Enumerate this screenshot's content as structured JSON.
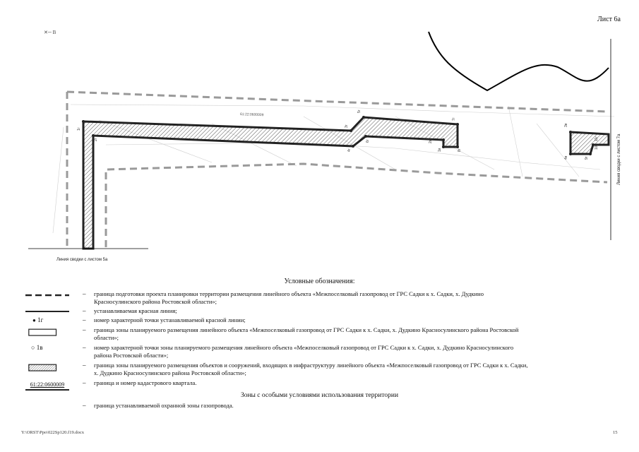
{
  "sheet_label": "Лист 6а",
  "north_label": "В",
  "cadastral_map_label": "61:22:0600009",
  "link_left": "Линия сводки с листом 5а",
  "link_right": "Линия сводки с листом 7а",
  "point_labels": [
    "1г",
    "2г",
    "3г",
    "4г",
    "5г",
    "6г",
    "7г",
    "8г",
    "1в",
    "2в",
    "3в",
    "4в",
    "9г",
    "10г",
    "11г"
  ],
  "legend": {
    "title": "Условные обозначения:",
    "items": [
      {
        "symbol": "dashed-line",
        "text": "граница подготовки проекта планировки территории  размещения линейного объекта «Межпоселковый газопровод от ГРС Садки к х. Садки, х. Дудкино Красносулинского района Ростовской области»;"
      },
      {
        "symbol": "solid-line",
        "text": "устанавливаемая красная линия;"
      },
      {
        "symbol": "point-dot",
        "label": "1г",
        "text": "номер характерной точки устанавливаемой красной линии;"
      },
      {
        "symbol": "zone-rect",
        "text": "граница зоны планируемого размещения линейного объекта «Межпоселковый газопровод от ГРС Садки к х. Садки, х. Дудкино Красносулинского района Ростовской области»;"
      },
      {
        "symbol": "point-circle",
        "label": "1в",
        "text": "номер характерной точки  зоны планируемого размещения  линейного объекта «Межпоселковый газопровод от ГРС Садки к х. Садки, х. Дудкино Красносулинского района Ростовской области»;"
      },
      {
        "symbol": "hatched-rect",
        "text": "граница зоны планируемого размещения объектов и сооружений, входящих в инфраструктуру линейного объекта «Межпоселковый газопровод от ГРС Садки к х. Садки, х. Дудкино Красносулинского района Ростовской области»;"
      },
      {
        "symbol": "cadastral",
        "label": "61:22:0600009",
        "text": "граница и номер кадастрового квартала."
      }
    ],
    "subtitle": "Зоны с особыми условиями использования территории",
    "special_item": {
      "symbol": "none",
      "text": "граница устанавливаемой охранной зоны газопровода."
    }
  },
  "footer": {
    "path": "Y:\\ORST\\Ppo\\022Sp120.f19.docx",
    "page": "15"
  }
}
